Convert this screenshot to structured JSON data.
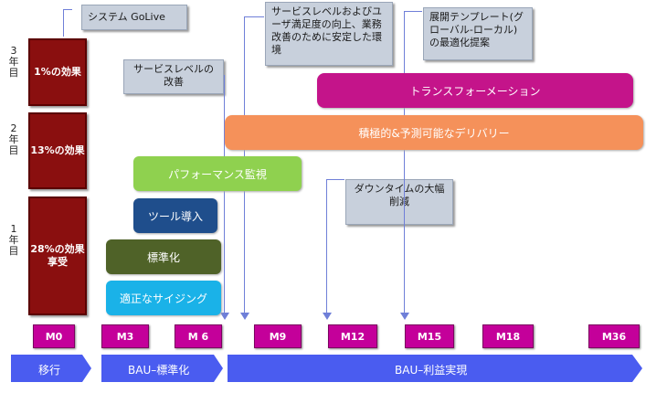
{
  "year_labels": [
    "3年目",
    "2年目",
    "1年目"
  ],
  "effects": [
    "1%の効果",
    "13%の効果",
    "28%の効果享受"
  ],
  "callouts": {
    "golive": "システム GoLive",
    "service_improve": "サービスレベルの改善",
    "stable_env": "サービスレベルおよびユーザ満足度の向上、業務改善のために安定した環境",
    "template": "展開テンプレート(グローバル-ローカル)の最適化提案",
    "downtime": "ダウンタイムの大幅削減"
  },
  "bars": {
    "transformation": "トランスフォーメーション",
    "delivery": "積極的&予測可能なデリバリー",
    "performance": "パフォーマンス監視",
    "tools": "ツール導入",
    "standardize": "標準化",
    "sizing": "適正なサイジング"
  },
  "milestones": [
    "M0",
    "M3",
    "M 6",
    "M9",
    "M12",
    "M15",
    "M18",
    "M36"
  ],
  "phases": [
    "移行",
    "BAU–標準化",
    "BAU–利益実現"
  ],
  "colors": {
    "effect": "#8a0f0f",
    "transformation": "#c4148a",
    "delivery": "#f5915a",
    "performance": "#8fd14f",
    "tools": "#1f4e8c",
    "standardize": "#4f6228",
    "sizing": "#1ab2e8",
    "milestone": "#c4009a",
    "phase": "#4a5cf0",
    "callout": "#c8d0dc"
  }
}
